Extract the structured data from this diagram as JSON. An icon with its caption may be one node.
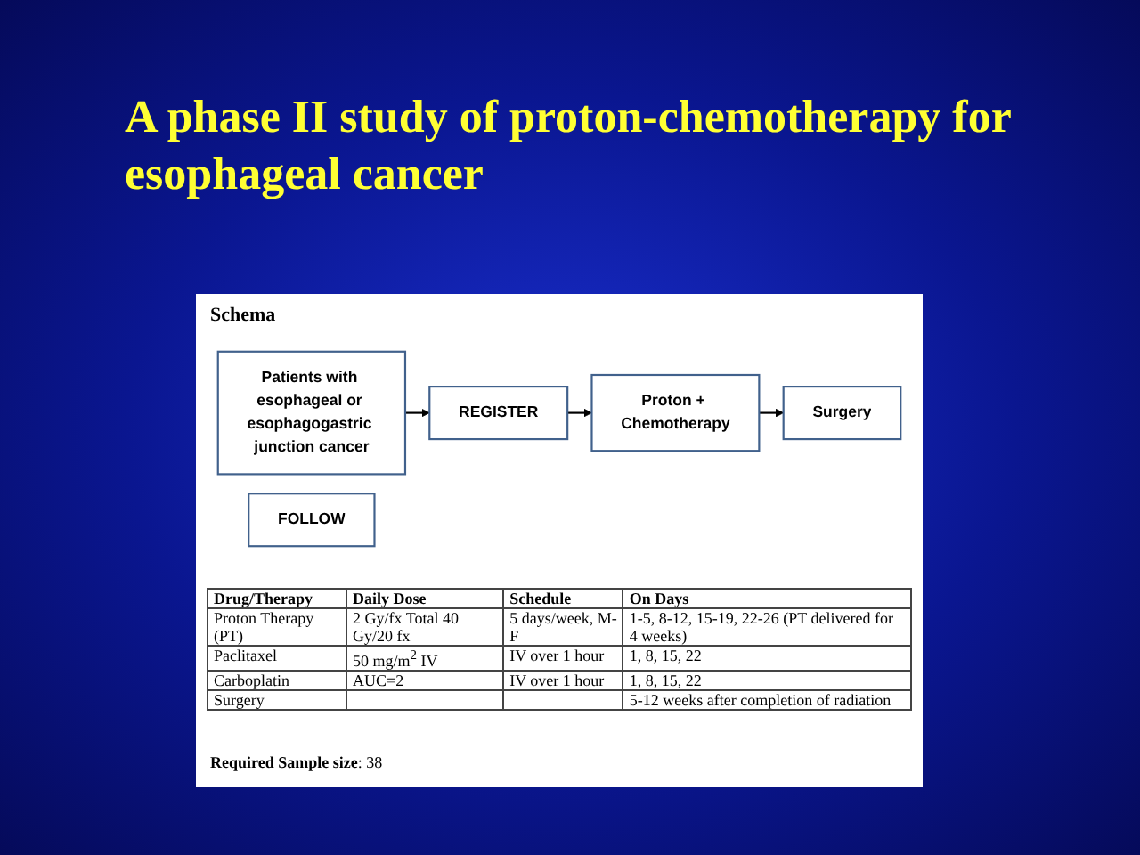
{
  "diagram": {
    "title": "A phase II study of proton-chemotherapy for esophageal cancer",
    "nodes": [
      {
        "text": [
          "Patients with esophageal or esophagogastric junction cancer"
        ]
      },
      {
        "text": [
          "REGISTER"
        ]
      },
      {
        "text": [
          "Proton + Chemotherapy"
        ]
      },
      {
        "text": [
          "Surgery"
        ]
      },
      {
        "text": [
          "FOLLOW"
        ]
      }
    ],
    "edges": [
      {
        "from": 0,
        "to": 1,
        "arrow": "to"
      },
      {
        "from": 1,
        "to": 2,
        "arrow": "to"
      },
      {
        "from": 2,
        "to": 3,
        "arrow": "to"
      }
    ],
    "labels": [
      "Schema",
      "Drug/Therapy",
      "Daily Dose",
      "Schedule",
      "On Days",
      "Proton Therapy (PT)",
      "2 Gy/fx Total 40 Gy/20 fx",
      "5 days/week, M-F",
      "1-5, 8-12, 15-19, 22-26 (PT delivered for 4 weeks)",
      "Paclitaxel",
      "50 mg/m$^{2}$ IV",
      "IV over 1 hour",
      "1, 8, 15, 22",
      "Carboplatin",
      "AUC=2",
      "IV over 1 hour",
      "1, 8, 15, 22",
      "Surgery",
      "5-12 weeks after completion of radiation",
      "**Required Sample size**: 38"
    ]
  }
}
